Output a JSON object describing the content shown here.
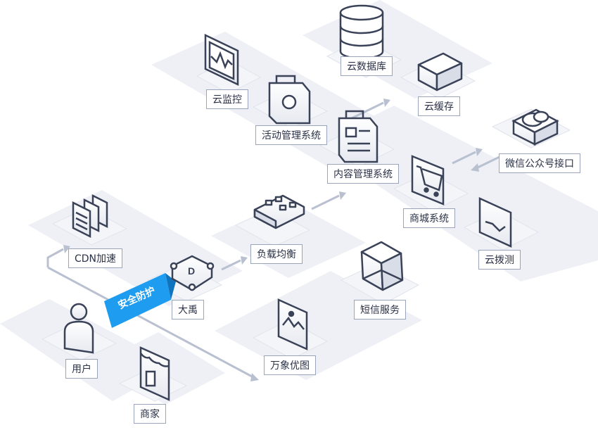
{
  "nodes": {
    "cloud_db": "云数据库",
    "cloud_monitor": "云监控",
    "cloud_cache": "云缓存",
    "activity_system": "活动管理系统",
    "content_system": "内容管理系统",
    "wechat_api": "微信公众号接口",
    "cdn": "CDN加速",
    "mall_system": "商城系统",
    "load_balance": "负载均衡",
    "dayu": "大禹",
    "cloud_probe": "云拨测",
    "sms_service": "短信服务",
    "wanxiang": "万象优图",
    "user": "用户",
    "merchant": "商家"
  },
  "ribbon": {
    "text": "安全防护"
  },
  "colors": {
    "accent": "#1e9cf0",
    "line": "#9aa4ba",
    "icon_stroke": "#3a4258",
    "platform": "#eef0f5"
  }
}
